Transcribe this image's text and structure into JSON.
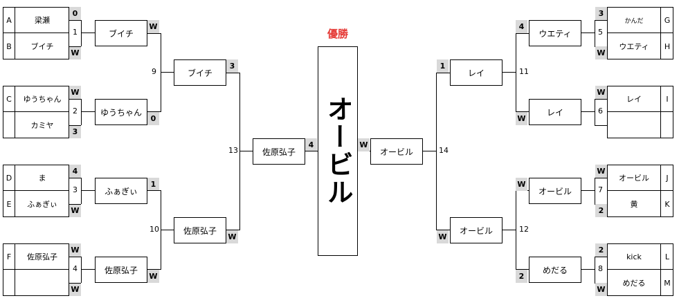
{
  "champion": {
    "label": "優勝",
    "name": "オービル"
  },
  "left": {
    "players": [
      {
        "seed": "A",
        "name": "梁瀬",
        "score": "0"
      },
      {
        "seed": "B",
        "name": "ブイチ",
        "score": "W"
      },
      {
        "seed": "C",
        "name": "ゆうちゃん",
        "score": "W"
      },
      {
        "seed": "",
        "name": "カミヤ",
        "score": "3"
      },
      {
        "seed": "D",
        "name": "ま",
        "score": "4"
      },
      {
        "seed": "E",
        "name": "ふぁぎぃ",
        "score": "W"
      },
      {
        "seed": "F",
        "name": "佐原弘子",
        "score": "W"
      },
      {
        "seed": "",
        "name": "",
        "score": "W"
      }
    ],
    "matches_r1": [
      {
        "num": "1",
        "winner": "ブイチ",
        "score": "W"
      },
      {
        "num": "2",
        "winner": "ゆうちゃん",
        "score": "0"
      },
      {
        "num": "3",
        "winner": "ふぁぎぃ",
        "score": "1"
      },
      {
        "num": "4",
        "winner": "佐原弘子",
        "score": "W"
      }
    ],
    "matches_r2": [
      {
        "num": "9",
        "winner": "ブイチ",
        "score": "3"
      },
      {
        "num": "10",
        "winner": "佐原弘子",
        "score": "W"
      }
    ],
    "semi": {
      "num": "13",
      "winner": "佐原弘子",
      "score": "4"
    }
  },
  "right": {
    "players": [
      {
        "seed": "G",
        "name": "かんだ",
        "score": "3"
      },
      {
        "seed": "H",
        "name": "ウエティ",
        "score": "W"
      },
      {
        "seed": "I",
        "name": "レイ",
        "score": "W"
      },
      {
        "seed": "",
        "name": "",
        "score": ""
      },
      {
        "seed": "J",
        "name": "オービル",
        "score": "W"
      },
      {
        "seed": "K",
        "name": "黄",
        "score": "2"
      },
      {
        "seed": "L",
        "name": "kick",
        "score": "2"
      },
      {
        "seed": "M",
        "name": "めだる",
        "score": "W"
      }
    ],
    "matches_r1": [
      {
        "num": "5",
        "winner": "ウエティ",
        "score": "4"
      },
      {
        "num": "6",
        "winner": "レイ",
        "score": "W"
      },
      {
        "num": "7",
        "winner": "オービル",
        "score": "W"
      },
      {
        "num": "8",
        "winner": "めだる",
        "score": "2"
      }
    ],
    "matches_r2": [
      {
        "num": "11",
        "winner": "レイ",
        "score": "1"
      },
      {
        "num": "12",
        "winner": "オービル",
        "score": "W"
      }
    ],
    "semi": {
      "num": "14",
      "winner": "オービル",
      "score": "W"
    }
  }
}
